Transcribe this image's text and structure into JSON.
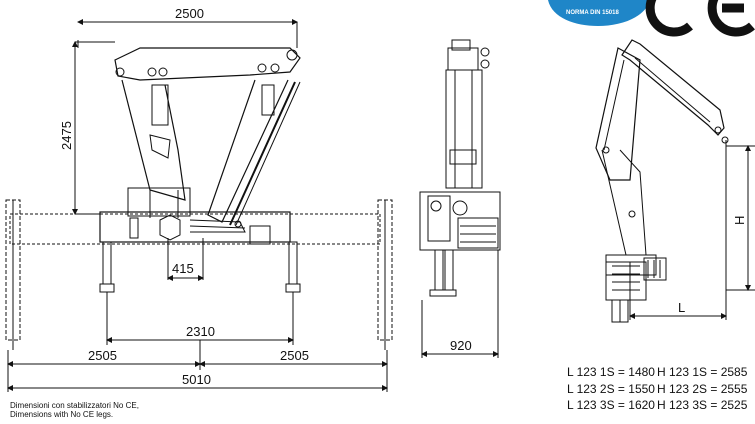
{
  "front_view": {
    "width_top": "2500",
    "height": "2475",
    "offset": "415",
    "outrigger_span": "2310",
    "half_left": "2505",
    "half_right": "2505",
    "total_width": "5010"
  },
  "side_view": {
    "width": "920"
  },
  "reach_view": {
    "l_label": "L",
    "h_label": "H"
  },
  "specs": {
    "l_values": [
      "L 123 1S = 1480",
      "L 123 2S = 1550",
      "L 123 3S = 1620"
    ],
    "h_values": [
      "H 123 1S = 2585",
      "H 123 2S = 2555",
      "H 123 3S = 2525"
    ]
  },
  "caption": {
    "line1": "Dimensioni con stabilizzatori No CE,",
    "line2": "Dimensions with No CE legs."
  },
  "badges": {
    "norm_text": "NORMA DIN 15018",
    "ce_mark": "CE",
    "norm_color": "#1f86c8"
  }
}
